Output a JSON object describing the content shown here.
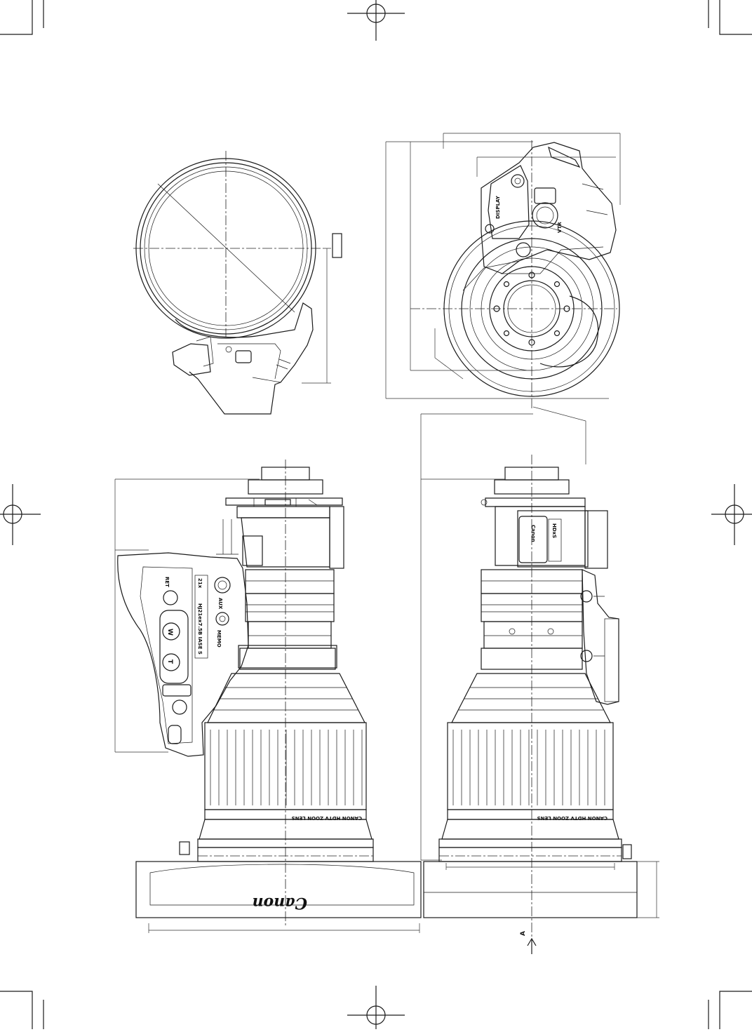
{
  "labels": {
    "display": "DISPLAY",
    "vtr": "VTR",
    "ret": "RET",
    "aux": "AUX",
    "memo": "MEMO",
    "w": "W",
    "t": "T",
    "zoom_series": "HJ21ex7.5B IASE S",
    "zoom_ratio": "21x",
    "lens_ring": "CANON HDTV ZOON LENS",
    "brand": "Canon",
    "hdxs": "HDxS",
    "view_arrow": "A"
  },
  "colors": {
    "line": "#1a1a1a",
    "background": "#ffffff"
  }
}
